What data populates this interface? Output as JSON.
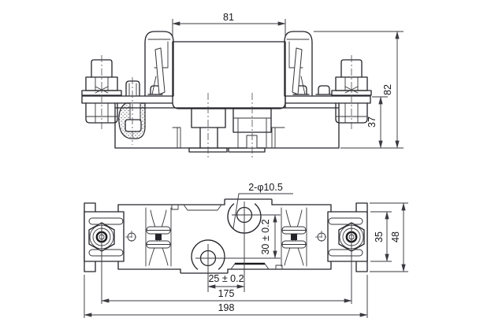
{
  "drawing": {
    "front_view": {
      "dim_width": "81",
      "dim_height_overall": "82",
      "dim_base_height": "37"
    },
    "plan_view": {
      "dim_mounting_holes": "2-φ10.5",
      "dim_hole_offset_vertical": "30 ± 0.2",
      "dim_hole_offset_horizontal": "25 ± 0.2",
      "dim_bolt_centers": "175",
      "dim_overall_length": "198",
      "dim_plate_width": "35",
      "dim_overall_width": "48"
    },
    "colors": {
      "background": "#ffffff",
      "line": "#24242a",
      "dimension_line": "#3a3a40"
    }
  }
}
